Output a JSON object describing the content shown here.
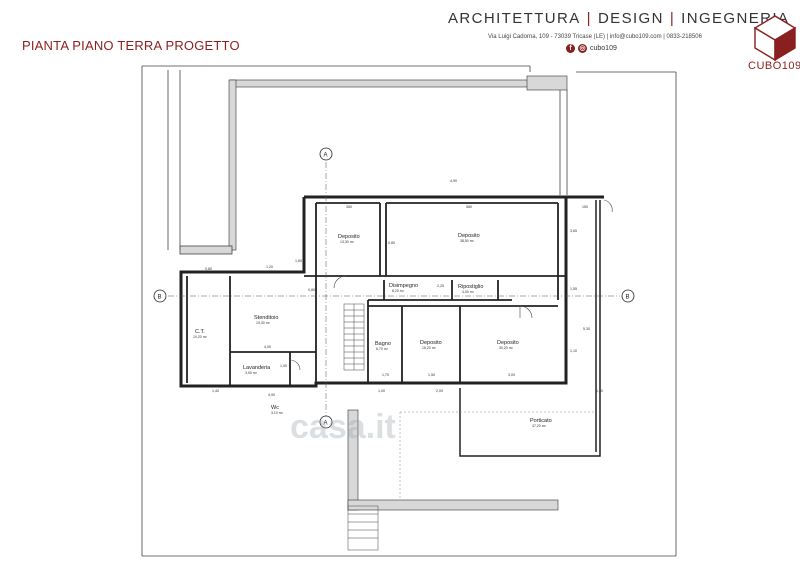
{
  "header": {
    "title": "PIANTA PIANO TERRA PROGETTO",
    "firm": [
      "ARCHITETTURA",
      "DESIGN",
      "INGEGNERIA"
    ],
    "address": "Via Luigi Cadorna, 109 - 73039 Tricase (LE) | info@cubo109.com | 0833-218506",
    "social_handle": "cubo109",
    "brand": "CUBO109"
  },
  "colors": {
    "accent": "#8a1f1f",
    "wall": "#222222"
  },
  "rooms": {
    "deposito_small": {
      "name": "Deposito",
      "area": "13,30 m²"
    },
    "deposito_large": {
      "name": "Deposito",
      "area": "38,50 m²"
    },
    "disimpegno": {
      "name": "Disimpegno",
      "area": "8,20 m²"
    },
    "ripostiglio": {
      "name": "Ripostiglio",
      "area": "4,50 m²"
    },
    "stenditoio": {
      "name": "Stenditoio",
      "area": "19,30 m²"
    },
    "ct": {
      "name": "C.T.",
      "area": "10,20 m²"
    },
    "lavanderia": {
      "name": "Lavanderia",
      "area": "3,90 m²"
    },
    "bagno": {
      "name": "Bagno",
      "area": "6,70 m²"
    },
    "deposito_mid": {
      "name": "Deposito",
      "area": "16,20 m²"
    },
    "deposito_right": {
      "name": "Deposito",
      "area": "30,20 m²"
    },
    "porticato": {
      "name": "Porticato",
      "area": "47,20 m²"
    },
    "wc": {
      "name": "Wc",
      "area": "3,10 m²"
    }
  },
  "dimensions": {
    "d1": "350",
    "d2": "580",
    "d3": "150",
    "d4": "3,65",
    "d5": "1,55",
    "d6": "1,10",
    "d7": "4,90",
    "d8": "0,80",
    "d9": "0,80",
    "d10": "2,25",
    "d11": "1,60",
    "d12": "1,20",
    "d13": "4,00",
    "d14": "0,80",
    "d15": "1,00",
    "d16": "5,30",
    "d17": "1,70",
    "d18": "1,50",
    "d19": "3,00",
    "d20": "4,90",
    "d21": "1,40",
    "d22": "2,00",
    "d23": "1,00",
    "d24": "1,30"
  },
  "section_markers": {
    "a": "A",
    "b": "B"
  },
  "watermark": "casa.it"
}
